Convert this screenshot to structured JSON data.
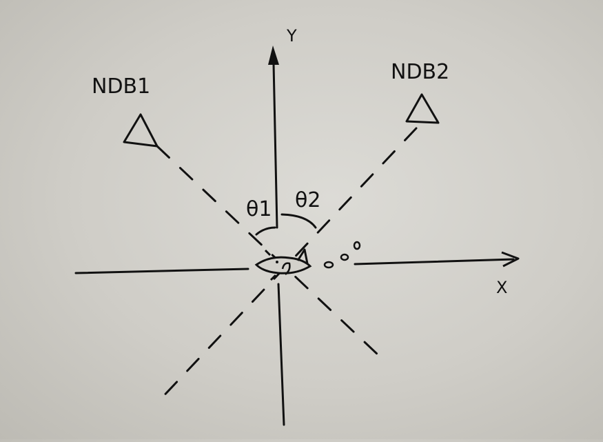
{
  "diagram": {
    "type": "hand-drawn navigation sketch",
    "labels": {
      "y_axis": "Y",
      "x_axis": "X",
      "ndb1": "NDB1",
      "ndb2": "NDB2",
      "theta1": "θ1",
      "theta2": "θ2"
    },
    "elements": {
      "ndb1": {
        "kind": "triangle",
        "description": "NDB1 beacon (upper left)"
      },
      "ndb2": {
        "kind": "triangle",
        "description": "NDB2 beacon (upper right)"
      },
      "aircraft": {
        "kind": "airplane",
        "description": "aircraft at origin with trailing dots toward +X"
      },
      "bearing_line_1": {
        "kind": "dashed-line",
        "from": "NDB1",
        "through": "origin"
      },
      "bearing_line_2": {
        "kind": "dashed-line",
        "from": "NDB2",
        "through": "origin"
      }
    },
    "colors": {
      "ink": "#111111",
      "paper": "#d6d4cf"
    }
  }
}
